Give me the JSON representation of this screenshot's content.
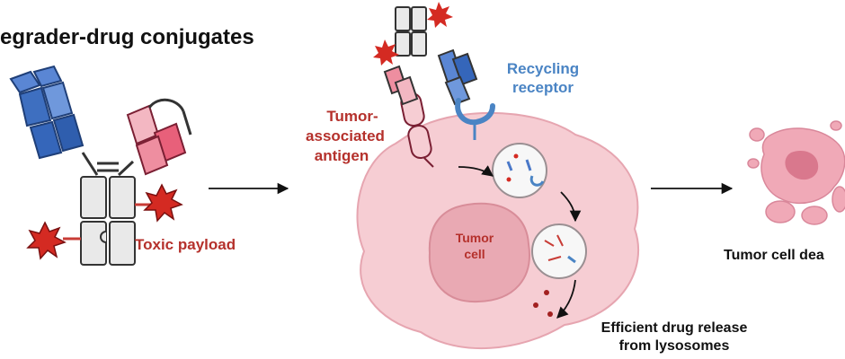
{
  "title": "egrader-drug conjugates",
  "labels": {
    "toxic_payload": "Toxic payload",
    "tumor_associated_antigen": [
      "Tumor-",
      "associated",
      "antigen"
    ],
    "recycling_receptor": [
      "Recycling",
      "receptor"
    ],
    "tumor_cell": [
      "Tumor",
      "cell"
    ],
    "efficient_release": [
      "Efficient drug release",
      "from lysosomes"
    ],
    "tumor_cell_death": "Tumor cell dea"
  },
  "colors": {
    "heavy_blue": "#4a78c8",
    "light_pink": "#e8607a",
    "payload_red": "#d42a22",
    "antibody_gray": "#e9e9e9",
    "cell_pink": "#f6cdd3",
    "nucleus_pink": "#e9a9b3",
    "label_red": "#b5312c",
    "label_blue": "#4a84c4",
    "text_dark": "#111111"
  },
  "icons": [
    "antibody-icon",
    "payload-star-icon",
    "lysosome-icon",
    "arrow-icon"
  ]
}
